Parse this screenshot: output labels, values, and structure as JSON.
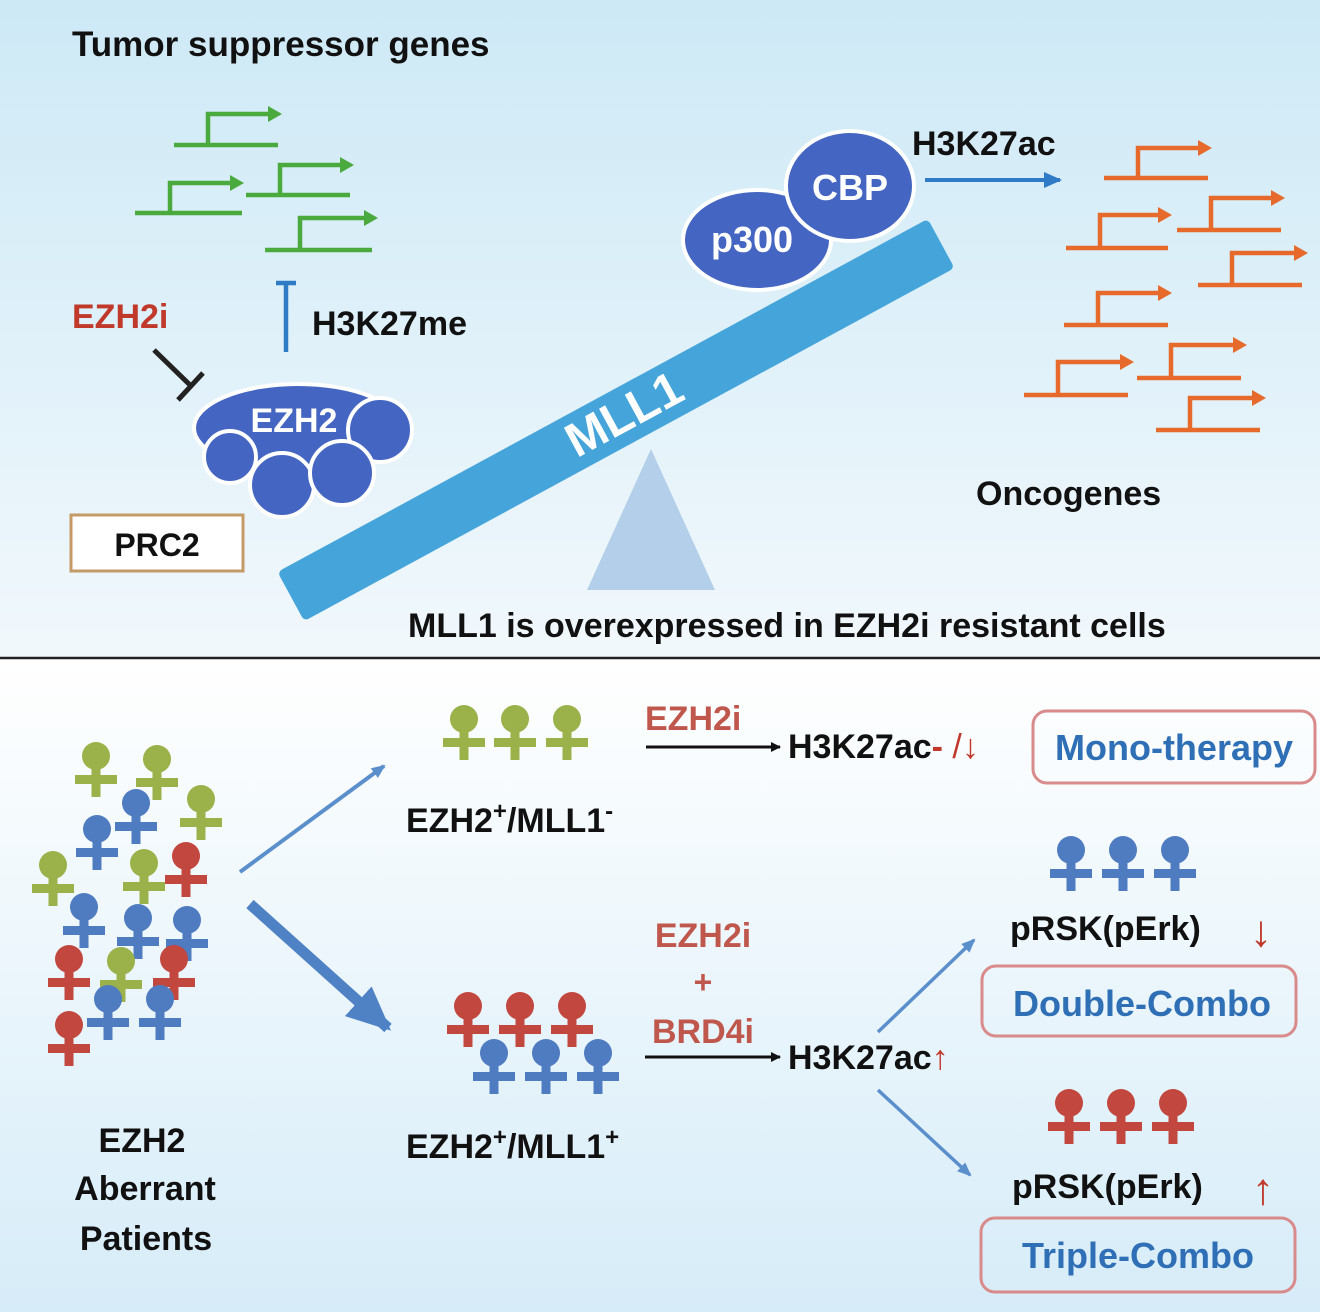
{
  "top": {
    "title": "Tumor suppressor genes",
    "ezh2i": "EZH2i",
    "h3k27me": "H3K27me",
    "ezh2": "EZH2",
    "prc2": "PRC2",
    "mll1": "MLL1",
    "p300": "p300",
    "cbp": "CBP",
    "h3k27ac": "H3K27ac",
    "oncogenes": "Oncogenes",
    "caption": "MLL1 is overexpressed in EZH2i resistant cells"
  },
  "bottom": {
    "patients": [
      "EZH2",
      "Aberrant",
      "Patients"
    ],
    "group1": {
      "base": "EZH2",
      "sup1": "+",
      "mid": "/MLL1",
      "sup2": "-"
    },
    "group2": {
      "base": "EZH2",
      "sup1": "+",
      "mid": "/MLL1",
      "sup2": "+"
    },
    "mono_drug": "EZH2i",
    "mono_effect": "H3K27ac",
    "mono_change_minus": "-",
    "mono_change_rest": " /↓",
    "mono_label": "Mono-therapy",
    "combo_drug1": "EZH2i",
    "combo_plus": "+",
    "combo_drug2": "BRD4i",
    "combo_effect": "H3K27ac",
    "combo_up": "↑",
    "double_marker": "pRSK(pErk)",
    "double_arrow": "↓",
    "double_label": "Double-Combo",
    "triple_marker": "pRSK(pErk)",
    "triple_arrow": "↑",
    "triple_label": "Triple-Combo"
  },
  "colors": {
    "green_gene": "#4aaa3e",
    "orange_gene": "#e66a2c",
    "protein_blue": "#4565c2",
    "lever_blue": "#45a5db",
    "arrow_blue": "#4f82c4",
    "drug_red": "#c0392b",
    "person_green": "#9bb14a",
    "person_blue": "#4f7bc0",
    "person_red": "#c2473e",
    "therapy_text": "#2f6fb5",
    "therapy_border": "#d98a8a"
  }
}
